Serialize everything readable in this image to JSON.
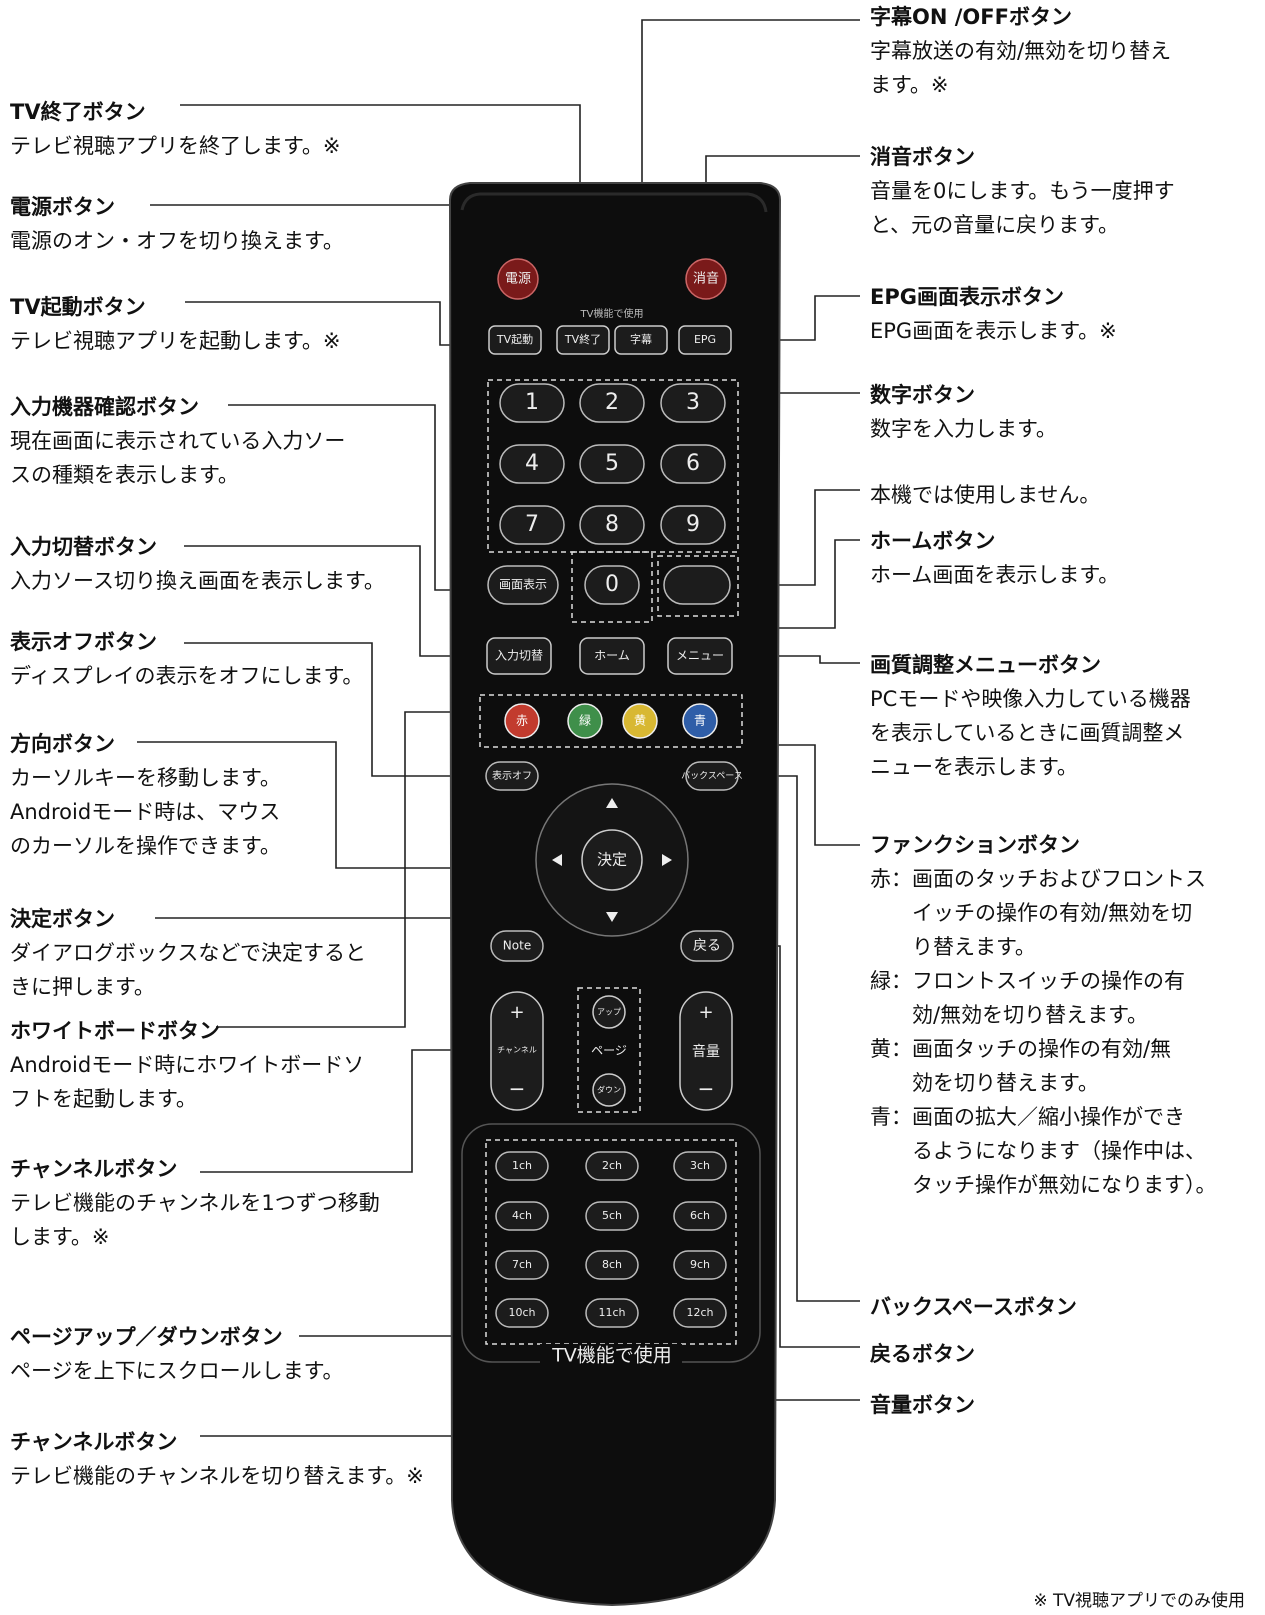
{
  "left": [
    {
      "title": "TV終了ボタン",
      "desc": [
        "テレビ視聴アプリを終了します。※"
      ]
    },
    {
      "title": "電源ボタン",
      "desc": [
        "電源のオン・オフを切り換えます。"
      ]
    },
    {
      "title": "TV起動ボタン",
      "desc": [
        "テレビ視聴アプリを起動します。※"
      ]
    },
    {
      "title": "入力機器確認ボタン",
      "desc": [
        "現在画面に表示されている入力ソー",
        "スの種類を表示します。"
      ]
    },
    {
      "title": "入力切替ボタン",
      "desc": [
        "入力ソース切り換え画面を表示します。"
      ]
    },
    {
      "title": "表示オフボタン",
      "desc": [
        "ディスプレイの表示をオフにします。"
      ]
    },
    {
      "title": "方向ボタン",
      "desc": [
        "カーソルキーを移動します。",
        "Androidモード時は、マウス",
        "のカーソルを操作できます。"
      ]
    },
    {
      "title": "決定ボタン",
      "desc": [
        "ダイアログボックスなどで決定すると",
        "きに押します。"
      ]
    },
    {
      "title": "ホワイトボードボタン",
      "desc": [
        "Androidモード時にホワイトボードソ",
        "フトを起動します。"
      ]
    },
    {
      "title": "チャンネルボタン",
      "desc": [
        "テレビ機能のチャンネルを1つずつ移動",
        "します。※"
      ]
    },
    {
      "title": "ページアップ／ダウンボタン",
      "desc": [
        "ページを上下にスクロールします。"
      ]
    },
    {
      "title": "チャンネルボタン",
      "desc": [
        "テレビ機能のチャンネルを切り替えます。※"
      ]
    }
  ],
  "right": [
    {
      "title": "字幕ON /OFFボタン",
      "desc": [
        "字幕放送の有効/無効を切り替え",
        "ます。※"
      ]
    },
    {
      "title": "消音ボタン",
      "desc": [
        "音量を0にします。もう一度押す",
        "と、元の音量に戻ります。"
      ]
    },
    {
      "title": "EPG画面表示ボタン",
      "desc": [
        "EPG画面を表示します。※"
      ]
    },
    {
      "title": "数字ボタン",
      "desc": [
        "数字を入力します。"
      ]
    },
    {
      "title": "",
      "desc": [
        "本機では使用しません。"
      ]
    },
    {
      "title": "ホームボタン",
      "desc": [
        "ホーム画面を表示します。"
      ]
    },
    {
      "title": "画質調整メニューボタン",
      "desc": [
        "PCモードや映像入力している機器",
        "を表示しているときに画質調整メ",
        "ニューを表示します。"
      ]
    },
    {
      "title": "ファンクションボタン",
      "desc": []
    },
    {
      "title": "バックスペースボタン",
      "desc": []
    },
    {
      "title": "戻るボタン",
      "desc": []
    },
    {
      "title": "音量ボタン",
      "desc": []
    }
  ],
  "function_items": [
    {
      "key": "赤：",
      "lines": [
        "画面のタッチおよびフロントス",
        "イッチの操作の有効/無効を切",
        "り替えます。"
      ]
    },
    {
      "key": "緑：",
      "lines": [
        "フロントスイッチの操作の有",
        "効/無効を切り替えます。"
      ]
    },
    {
      "key": "黄：",
      "lines": [
        "画面タッチの操作の有効/無",
        "効を切り替えます。"
      ]
    },
    {
      "key": "青：",
      "lines": [
        "画面の拡大／縮小操作ができ",
        "るようになります（操作中は、",
        "タッチ操作が無効になります）。"
      ]
    }
  ],
  "remote": {
    "power": "電源",
    "mute": "消音",
    "tv_only_top": "TV機能で使用",
    "top_row": [
      "TV起動",
      "TV終了",
      "字幕",
      "EPG"
    ],
    "digits": [
      "1",
      "2",
      "3",
      "4",
      "5",
      "6",
      "7",
      "8",
      "9",
      "0"
    ],
    "display_btn": "画面表示",
    "input_btn": "入力切替",
    "home_btn": "ホーム",
    "menu_btn": "メニュー",
    "colors": [
      "赤",
      "緑",
      "黄",
      "青"
    ],
    "color_hex": [
      "#c23b2e",
      "#3f8f4a",
      "#d8b832",
      "#2f5ea8"
    ],
    "display_off": "表示オフ",
    "backspace": "バックスペース",
    "ok": "決定",
    "note": "Note",
    "back": "戻る",
    "channel": "チャンネル",
    "page": "ページ",
    "page_up": "アップ",
    "page_down": "ダウン",
    "volume": "音量",
    "plus": "+",
    "minus": "−",
    "channels": [
      "1ch",
      "2ch",
      "3ch",
      "4ch",
      "5ch",
      "6ch",
      "7ch",
      "8ch",
      "9ch",
      "10ch",
      "11ch",
      "12ch"
    ],
    "tv_only_bottom": "TV機能で使用"
  },
  "footnote": "※ TV視聴アプリでのみ使用"
}
